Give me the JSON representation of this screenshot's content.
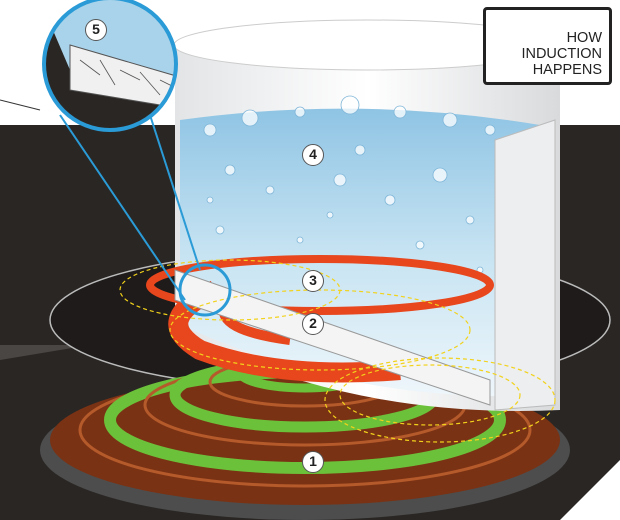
{
  "title": "HOW INDUCTION HAPPENS",
  "title_lines": [
    "HOW",
    "INDUCTION",
    "HAPPENS"
  ],
  "callouts": [
    "1",
    "2",
    "3",
    "4",
    "5"
  ],
  "colors": {
    "coil_green": "#6cc13a",
    "coil_copper": "#8a3a16",
    "heat_ring": "#e8461c",
    "water": "#a9d3ea",
    "countertop": "#2a2624",
    "magnifier": "#2a9bd6",
    "field_lines": "#f2d21b"
  }
}
